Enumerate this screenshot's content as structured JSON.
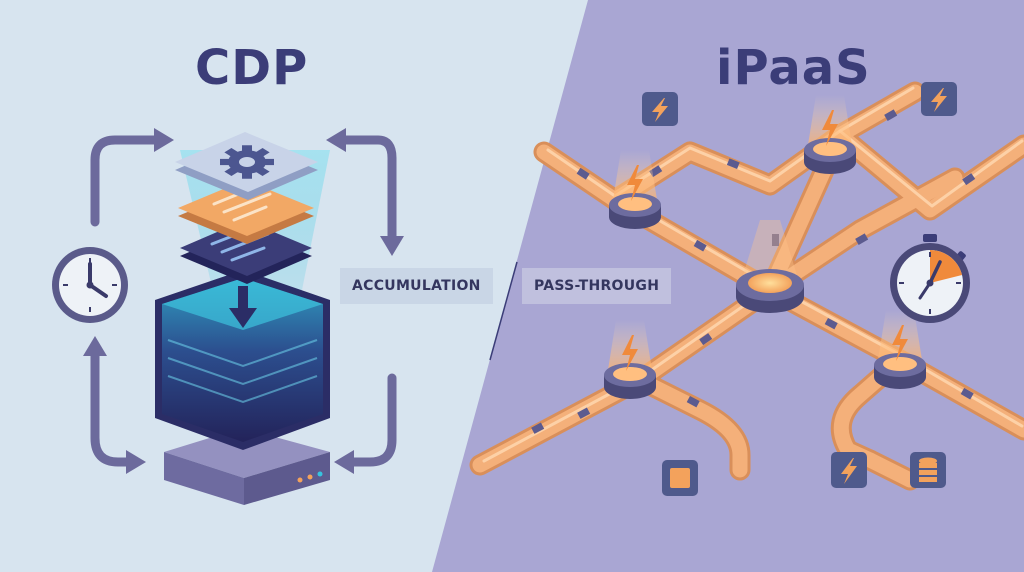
{
  "left_panel": {
    "title": "CDP",
    "label": "ACCUMULATION",
    "color": "#d7e4ef"
  },
  "right_panel": {
    "title": "iPaaS",
    "label": "PASS-THROUGH",
    "color": "#a9a6d3"
  },
  "colors": {
    "title": "#3b3d78",
    "accent_orange": "#f3a25c",
    "pipe": "#f4b07a",
    "node_dark": "#5c5b8f",
    "glow_cyan": "#37c3df",
    "arrow": "#6c6a9c"
  },
  "icons": [
    "clock-icon",
    "gear-icon",
    "lightning-icon",
    "database-icon",
    "stopwatch-icon",
    "square-icon"
  ]
}
